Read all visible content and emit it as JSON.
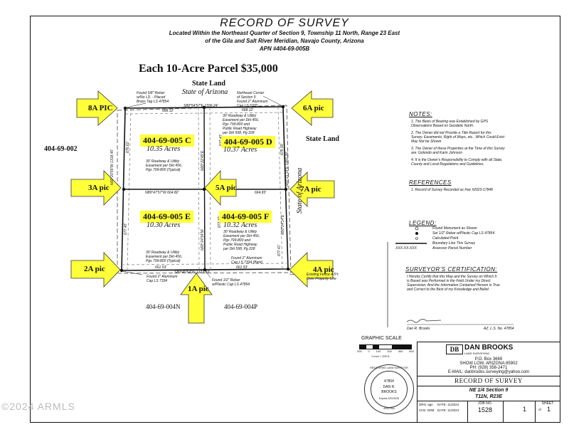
{
  "header": {
    "title": "RECORD OF SURVEY",
    "line1": "Located Within the Northeast Quarter of Section 9, Township 11 North, Range 23 East",
    "line2": "of the Gila and Salt River Meridian, Navajo County, Arizona",
    "apn": "APN #404-69-005B"
  },
  "price_banner": "Each 10-Acre Parcel $35,000",
  "labels": {
    "state_land_top": "State Land",
    "state_of_arizona_top": "State of Arizona",
    "state_land_right": "State Land",
    "state_of_arizona_right": "State of Arizona",
    "apn_left": "404-69-002",
    "apn_bottom_left": "404-69-004N",
    "apn_bottom_right": "404-69-004P",
    "ne_corner": "Northeast Corner\nof Section 9\nFound 2\" Aluminum\nCap LS 5370",
    "nw_found": "Found 5/8\" Rebar\nw/No I.D. - Placed\nBrass Tag LS 47854",
    "sw_found": "Found 2\" Aluminum\nCap LS 7334",
    "s_found": "Found 1/2\" Rebar\nw/Plastic Cap LS 47854",
    "se_found": "Found 2\" Aluminum\nCap LS 7334 (Bent)",
    "fence": "Existing Fence 4.5'±\nOver Property Line",
    "easement_top": "30' Roadway & Utility\nEasement per Dkt 456,\nPgs 799-800 and\nPublic Road Highway\nper Dkt 598, Pg 228",
    "easement_left_top": "30' Roadway & Utility\nEasement per Dkt 456,\nPgs 799-800 (Typical)",
    "easement_mid": "30' Roadway & Utility\nEasement per Dkt 456,\nPgs 799-800 and\nPublic Road Highway\nper Dkt 598, Pg 228",
    "easement_left_bot": "30' Roadway & Utility\nEasement per Dkt 456,\nPgs 799-800 (Typical)"
  },
  "bearings": {
    "top": "S89°54'57\"E  1336.24'",
    "top_left_dist": "668.12'",
    "top_right_dist": "668.12'",
    "mid_left": "N89°47'57\"W  664.82'",
    "mid_right": "664.83'",
    "bottom": "S89°40'54\"W  1323.03'",
    "bottom_left_dist": "661.53'",
    "bottom_right_dist": "661.53'",
    "left_top": "N00°20'59\"W  1318.45'",
    "left_top_dist": "676.62'",
    "left_bot_dist": "677.40'",
    "center_top": "N00°22'45\"E",
    "center_top_dist": "677.40'",
    "center_bot": "N00°24'34\"W",
    "center_bot_dist": "677.40'",
    "right_top": "N00°21'14\"E  1355.29'",
    "right_top_dist": "678.59'",
    "right_bot": "N00°24'14\"E",
    "right_bot_dist": "677.41'"
  },
  "parcels": [
    {
      "apn": "404-69-005 C",
      "acres": "10.35 Acres"
    },
    {
      "apn": "404-69-005 D",
      "acres": "10.37 Acres"
    },
    {
      "apn": "404-69-005 E",
      "acres": "10.30 Acres"
    },
    {
      "apn": "404-69-005 F",
      "acres": "10.32 Acres"
    }
  ],
  "pics": [
    "8A PIC",
    "6A pic",
    "3A pic",
    "5A pic",
    "7A pic",
    "2A pic",
    "4A pic",
    "1A pic"
  ],
  "notes": {
    "heading": "NOTES:",
    "items": [
      "1.   The Basis of Bearing was Established by GPS\n       Observations Based on Geodetic North.",
      "2.   The Owner did not Provide a Title Report    for this\n       Survey. Easements, Right of Ways, etc., Which Could Exist\n       May Not be Shown.",
      "3.   The Owner of these Properties at the Time of this Survey\n       are: Golondo and Karin Johnson",
      "4.   It is the Owner's Responsibility to Comply with all State,\n       County and Local Regulations and Guidelines."
    ]
  },
  "references": {
    "heading": "REFERENCES",
    "item": "1.  Record of Survey Recorded as Fee #2023-17848"
  },
  "legend": {
    "heading": "LEGEND:",
    "items": [
      "Found Monument as Shown",
      "Set 1/2\" Rebar w/Plastic Cap LS 47854",
      "Calculated Point",
      "Boundary Line This Survey",
      "Assessor Parcel Number"
    ],
    "apn_sym": "XXX-XX-XXX"
  },
  "certification": {
    "heading": "SURVEYOR'S CERTIFICATION:",
    "text": "I Hereby Certify that this Map and the Survey on Which It\nis Based was Performed in the Field Under my Direct\nSupervision; And the Information Contained Hereon is True\nand Correct to the Best of my Knowledge and Belief.",
    "name": "Dan R. Brooks",
    "license": "AZ. L.S. No. 47854"
  },
  "scale": {
    "heading": "GRAPHIC SCALE",
    "ticks": [
      "200",
      "0",
      "100",
      "200",
      "400",
      "800"
    ],
    "note": "1 inch = 200 ft."
  },
  "seal": {
    "top": "REGISTERED LAND SURVEYOR",
    "number": "47854",
    "name1": "DAN R.",
    "name2": "BROOKS",
    "state": "ARIZONA",
    "expires": "Expires 3/31/2025"
  },
  "titleblock": {
    "logo": "DB",
    "firm": "DAN BROOKS",
    "firm_sub": "LAND SURVEYING",
    "addr1": "P.O. Box 3669",
    "addr2": "SHOW LOW, ARIZONA  85902",
    "phone": "PH: (928) 358-2471",
    "email": "E-MAIL: danbrooks.surveying@yahoo.com",
    "doc_title": "RECORD OF SURVEY",
    "location1": "NE 1/4 Section 9",
    "location2": "T11N, R23E",
    "drn_label": "DRN: ags",
    "chk_label": "CHK: DRB",
    "date_label1": "DATE: 11/2024",
    "date_label2": "DATE: 11/2024",
    "job_label": "JOB NO.",
    "job_no": "1528",
    "sheet_label": "SHEET",
    "sheet_no": "1",
    "sheet_of": "of",
    "sheet_total": "1"
  },
  "watermark": "©2024 ARMLS",
  "colors": {
    "arrow": "#ffff3a",
    "highlight": "#ffff3a"
  }
}
